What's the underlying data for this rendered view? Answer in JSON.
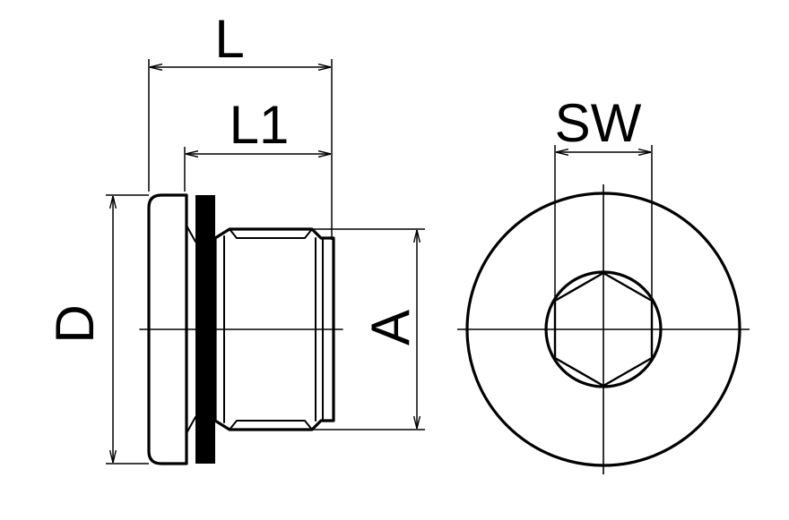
{
  "labels": {
    "overall_length": "L",
    "thread_length": "L1",
    "head_diameter": "D",
    "thread_diameter": "A",
    "wrench_size": "SW"
  },
  "colors": {
    "stroke": "#000000",
    "background": "#ffffff"
  }
}
